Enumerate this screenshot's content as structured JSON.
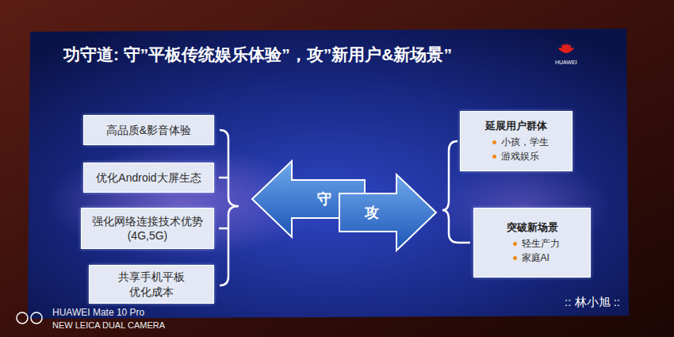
{
  "diagram": {
    "title": "功守道: 守”平板传统娱乐体验”，攻”新用户&新场景”",
    "nodes": [
      {
        "text": [
          "高品质&影音体验"
        ]
      },
      {
        "text": [
          "优化Android大屏生态"
        ]
      },
      {
        "text": [
          "强化网络连接技术优势 (4G,5G)"
        ]
      },
      {
        "text": [
          "共享手机平板 优化成本"
        ]
      },
      {
        "text": [
          "守"
        ]
      },
      {
        "text": [
          "攻"
        ]
      },
      {
        "text": [
          "延展用户群体",
          "小孩，学生",
          "游戏娱乐"
        ]
      },
      {
        "text": [
          "突破新场景",
          "轻生产力",
          "家庭AI"
        ]
      }
    ],
    "labels": [
      "HUAWEI",
      "HUAWEI Mate 10 Pro",
      "NEW LEICA DUAL CAMERA",
      ":: 林小旭 ::"
    ]
  }
}
